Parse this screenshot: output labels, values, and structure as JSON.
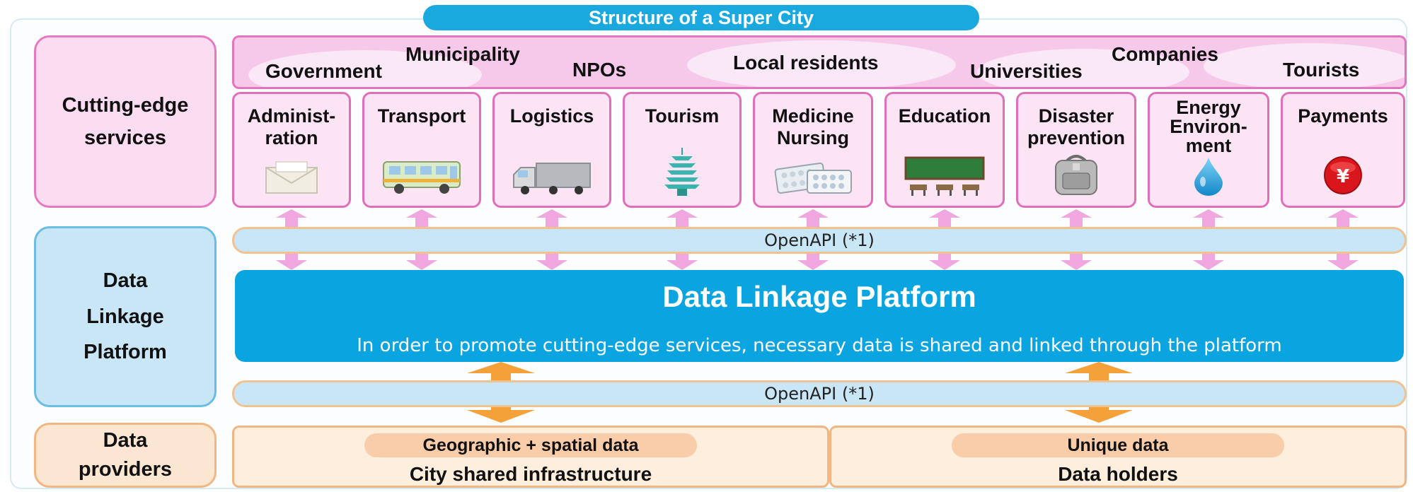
{
  "title": "Structure of a Super City",
  "left_labels": {
    "services": "Cutting-edge\nservices",
    "platform": "Data\nLinkage\nPlatform",
    "providers": "Data\nproviders"
  },
  "stakeholders": {
    "government": "Government",
    "municipality": "Municipality",
    "npos": "NPOs",
    "residents": "Local residents",
    "universities": "Universities",
    "companies": "Companies",
    "tourists": "Tourists"
  },
  "services": [
    {
      "label": "Administ-\nration",
      "icon": "envelope-icon"
    },
    {
      "label": "Transport",
      "icon": "bus-icon"
    },
    {
      "label": "Logistics",
      "icon": "truck-icon"
    },
    {
      "label": "Tourism",
      "icon": "pagoda-icon"
    },
    {
      "label": "Medicine\nNursing",
      "icon": "pill-pack-icon"
    },
    {
      "label": "Education",
      "icon": "blackboard-icon"
    },
    {
      "label": "Disaster\nprevention",
      "icon": "emergency-bag-icon"
    },
    {
      "label": "Energy\nEnviron-\nment",
      "icon": "water-drop-icon"
    },
    {
      "label": "Payments",
      "icon": "yen-coin-icon"
    }
  ],
  "openapi_top": "OpenAPI (*1)",
  "openapi_bottom": "OpenAPI (*1)",
  "platform": {
    "title": "Data Linkage Platform",
    "subtitle": "In order to promote cutting-edge services, necessary data is shared and linked through the platform"
  },
  "providers": [
    {
      "pill": "Geographic + spatial data",
      "main": "City shared infrastructure"
    },
    {
      "pill": "Unique data",
      "main": "Data holders"
    }
  ],
  "colors": {
    "accent_blue": "#0aa5e0",
    "pink_border": "#e06fba",
    "pink_arrow": "#f0a6df",
    "orange_arrow": "#f5a13a"
  }
}
